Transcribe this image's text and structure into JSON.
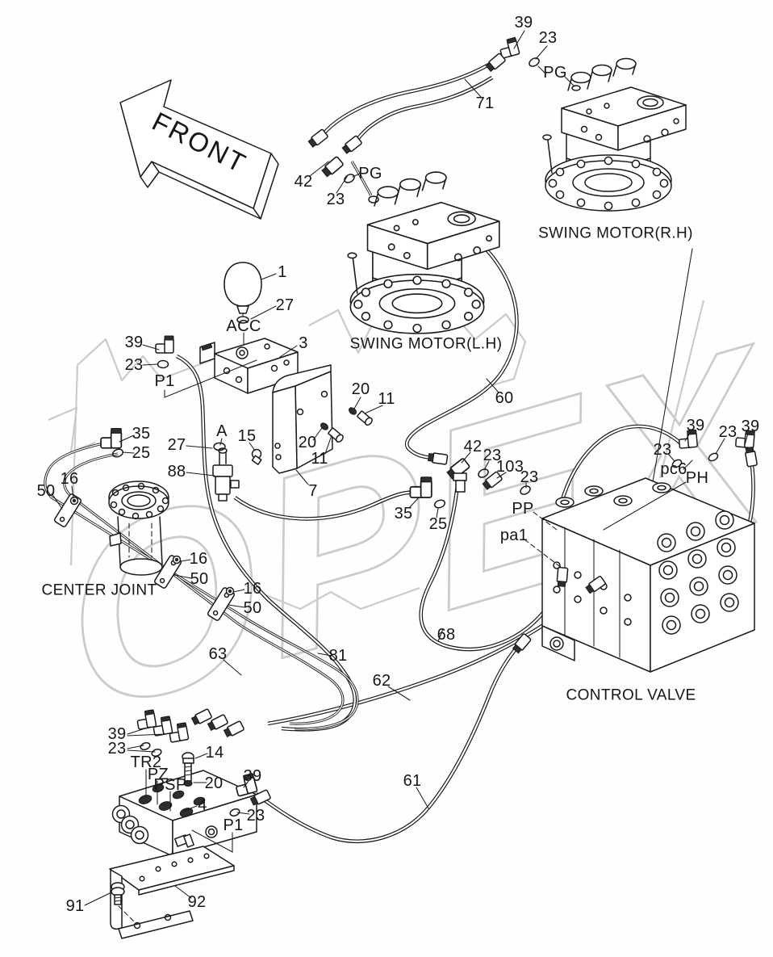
{
  "diagram": {
    "type": "hydraulic-piping-parts-diagram",
    "colors": {
      "line": "#1a1a1a",
      "watermark": "#cbcbcb",
      "background": "#ffffff"
    },
    "watermark": "OPEX",
    "front_arrow": "FRONT",
    "callouts": [
      "39",
      "23",
      "PG",
      "71",
      "42",
      "23",
      "PG",
      "SWING MOTOR(R.H)",
      "1",
      "27",
      "ACC",
      "3",
      "SWING MOTOR(L.H)",
      "39",
      "23",
      "P1",
      "20",
      "11",
      "60",
      "35",
      "25",
      "27",
      "A",
      "15",
      "20",
      "11",
      "88",
      "7",
      "16",
      "50",
      "42",
      "23",
      "103",
      "23",
      "PP",
      "35",
      "25",
      "pa1",
      "39",
      "23",
      "pc6",
      "PH",
      "23",
      "39",
      "16",
      "50",
      "16",
      "50",
      "CENTER JOINT",
      "68",
      "63",
      "81",
      "62",
      "CONTROL VALVE",
      "39",
      "23",
      "TR2",
      "PZ",
      "PSP",
      "14",
      "20",
      "4",
      "39",
      "23",
      "P1",
      "61",
      "91",
      "92"
    ]
  }
}
